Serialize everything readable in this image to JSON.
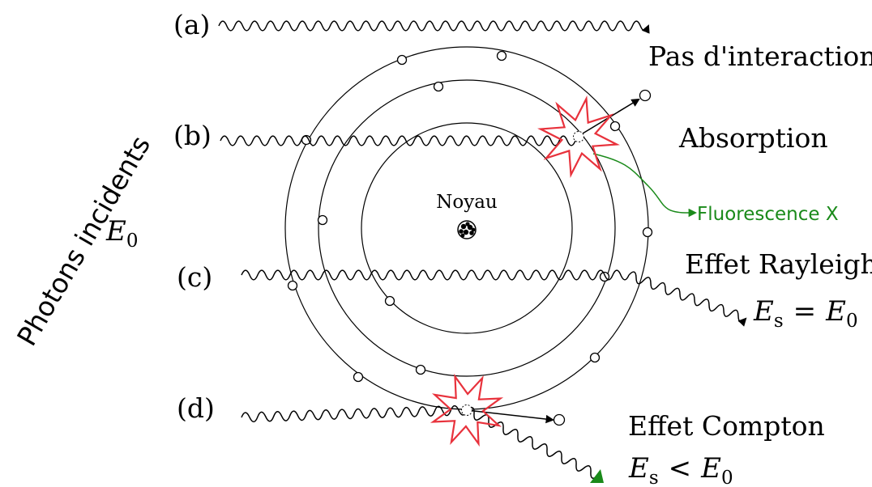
{
  "rows": [
    {
      "label": "(a)",
      "process": "Pas d'interaction"
    },
    {
      "label": "(b)",
      "process": "Absorption"
    },
    {
      "label": "(c)",
      "process": "Effet Rayleigh"
    },
    {
      "label": "(d)",
      "process": "Effet Compton"
    }
  ],
  "side_label": "Photons incidents",
  "incident_energy": {
    "symbol": "E",
    "subscript": "0"
  },
  "nucleus_label": "Noyau",
  "fluorescence_label": "Fluorescence X",
  "rayleigh_relation": {
    "lhs": "E",
    "lhs_sub": "s",
    "op": "=",
    "rhs": "E",
    "rhs_sub": "0"
  },
  "compton_relation": {
    "lhs": "E",
    "lhs_sub": "s",
    "op": "<",
    "rhs": "E",
    "rhs_sub": "0"
  },
  "colors": {
    "lines": "#000000",
    "interaction_burst": "#e8323c",
    "fluorescence": "#1a8a1a"
  }
}
